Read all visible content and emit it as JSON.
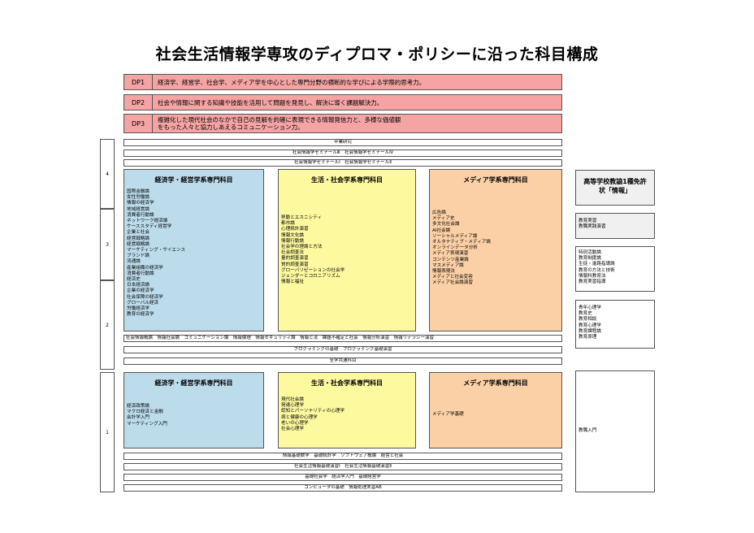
{
  "title": "社会生活情報学専攻のディプロマ・ポリシーに沿った科目構成",
  "dps": [
    {
      "label": "DP1",
      "text": "経済学、経営学、社会学、メディア学を中心とした専門分野の横断的な学びによる学際的思考力。"
    },
    {
      "label": "DP2",
      "text": "社会や情報に関する知識や技能を活用して問題を発見し、解決に導く課題解決力。"
    },
    {
      "label": "DP3",
      "text": "複雑化した現代社会のなかで自己の見解を的確に表現できる情報発信力と、多様な価値観をもった人々と協力しあえるコミュニケーション力。"
    }
  ],
  "years": [
    "4",
    "3",
    "2",
    "1"
  ],
  "bars": {
    "sotsugyo": "卒業研究",
    "seminar_34": "社会情報学ゼミナールⅢ　社会情報学ゼミナールⅣ",
    "seminar_12": "社会情報学ゼミナールⅠ　社会情報学ゼミナールⅡ",
    "common_line": "社会情報概論　情報社会論　コミュニケーション論　情報倫理　情報セキュリティ論　情報と法　課題不確定と社会　情報分析演習　情報リテラシー演習",
    "programming": "プログラミングの基礎　プログラミング基礎演習",
    "zengaku": "全学共通科目",
    "lower1": "情報基礎数学　基礎統計学　ソフトウェア概論　経営と社会",
    "lower2": "社会生活情報基礎演習Ⅰ　社会生活情報基礎演習Ⅱ",
    "lower3": "基礎社会学　経済学入門　基礎経営学",
    "lower4": "コンピュータの基礎　情報処理実習AB"
  },
  "upper": {
    "econ": {
      "heading": "経済学・経営学系専門科目",
      "items": [
        "国際金融論",
        "女性労働論",
        "情報の経済学",
        "地域経営論",
        "消費者行動論",
        "ネットワーク経済論",
        "ケーススタディ経営学",
        "企業と社会",
        "経営戦略論",
        "経営戦略論",
        "マーケティング・サイエンス",
        "ブランド論",
        "流通論",
        "産業組織の経済学",
        "消費者行動論",
        "経済史",
        "日本経済論",
        "企業の経済学",
        "社会保障の経済学",
        "グローバル経済",
        "労働経済学",
        "教育の経済学"
      ]
    },
    "life": {
      "heading": "生活・社会学系専門科目",
      "items": [
        "移動とエスニシティ",
        "都市論",
        "心理統計演習",
        "情報文化論",
        "情報行動論",
        "社会学の理論と方法",
        "社会調査法",
        "量的調査演習",
        "質的調査演習",
        "グローバリゼーションの社会学",
        "ジェンダーとコロニアリズム",
        "情報と福祉"
      ]
    },
    "media": {
      "heading": "メディア学系専門科目",
      "items": [
        "広告論",
        "メディア史",
        "多文化社会論",
        "AI社会論",
        "ソーシャルメディア論",
        "オルタナティブ・メディア論",
        "オンラインデータ分析",
        "メディア表現演習",
        "コンテンツ産業論",
        "マスメディア論",
        "情報表現法",
        "メディアと社会変容",
        "メディア社会論演習"
      ]
    }
  },
  "lower": {
    "econ": {
      "heading": "経済学・経営学系専門科目",
      "items": [
        "経済政策論",
        "マクロ経済と金融",
        "会計学入門",
        "マーケティング入門"
      ]
    },
    "life": {
      "heading": "生活・社会学系専門科目",
      "items": [
        "現代社会論",
        "発達心理学",
        "認知とパーソナリティの心理学",
        "病と健康の心理学",
        "老いの心理学",
        "社会心理学"
      ]
    },
    "media": {
      "heading": "メディア学系専門科目",
      "items": [
        "メディア学基礎"
      ]
    }
  },
  "side": {
    "header": "高等学校教諭1種免許状「情報」",
    "box1": [
      "教育実習",
      "教職実践演習"
    ],
    "box2": [
      "特別活動論",
      "教育制度論",
      "生徒・進路指導論",
      "教育の方法と技術",
      "情報科教育法",
      "教育実習指導"
    ],
    "box3": [
      "青年心理学",
      "教育史",
      "教育相談",
      "教育心理学",
      "教育課程論",
      "教育原理"
    ],
    "box4": [
      "教職入門"
    ]
  }
}
